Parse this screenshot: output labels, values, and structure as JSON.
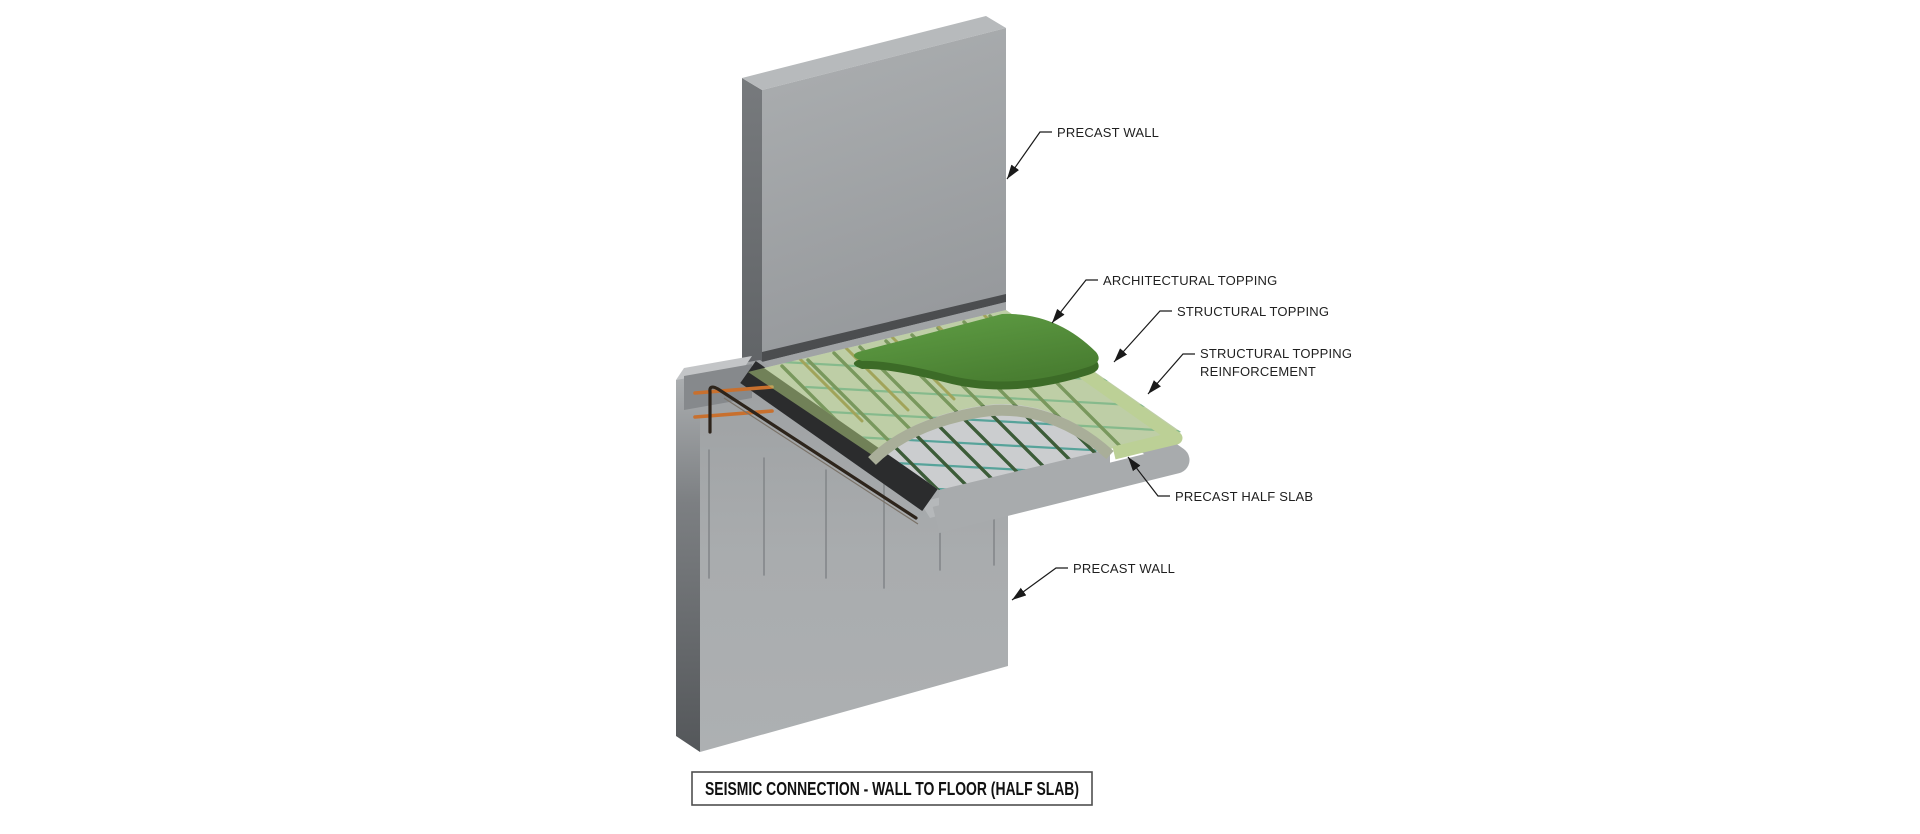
{
  "page": {
    "background": "#ffffff"
  },
  "title_box": {
    "text": "SEISMIC CONNECTION - WALL TO FLOOR (HALF SLAB)"
  },
  "callouts": {
    "precast_wall_top": "PRECAST WALL",
    "architectural_topping": "ARCHITECTURAL TOPPING",
    "structural_topping": "STRUCTURAL TOPPING",
    "structural_topping_reinforcement_line1": "STRUCTURAL TOPPING",
    "structural_topping_reinforcement_line2": "REINFORCEMENT",
    "precast_half_slab": "PRECAST HALF SLAB",
    "precast_wall_bottom": "PRECAST WALL"
  },
  "colors": {
    "background": "#ffffff",
    "upper_wall_face": "#a4a7a9",
    "upper_wall_side": "#6e7174",
    "upper_wall_top": "#b7babc",
    "wall_base_shadow": "#4b4d4f",
    "wall_base_band": "#a0a3a5",
    "lower_wall_face": "#aaadaf",
    "lower_wall_side": "#55585b",
    "wall_lip": "#c3c5c7",
    "wall_recess": "#86898c",
    "slab": "#a8abad",
    "slab_top": "#cbcdcf",
    "slab_soffit": "#b5b8ba",
    "slab_edge_shadow": "#2b2c2d",
    "structural_topping": "#b2d080",
    "structural_topping_edge": "#bcd096",
    "topping_cut_face": "#a9ae99",
    "architectural_topping": "#589540",
    "architectural_topping_edge": "#3c6b27",
    "mesh_bar_green": "#3c5c38",
    "mesh_bar_teal": "#57a39a",
    "dowel_olive": "#8e7631",
    "dowel_orange": "#c8702e",
    "hook_bar": "#2d241b",
    "wall_dowel": "#84878a",
    "leader": "#1a1a1a",
    "title_border": "#4f4f4f"
  }
}
